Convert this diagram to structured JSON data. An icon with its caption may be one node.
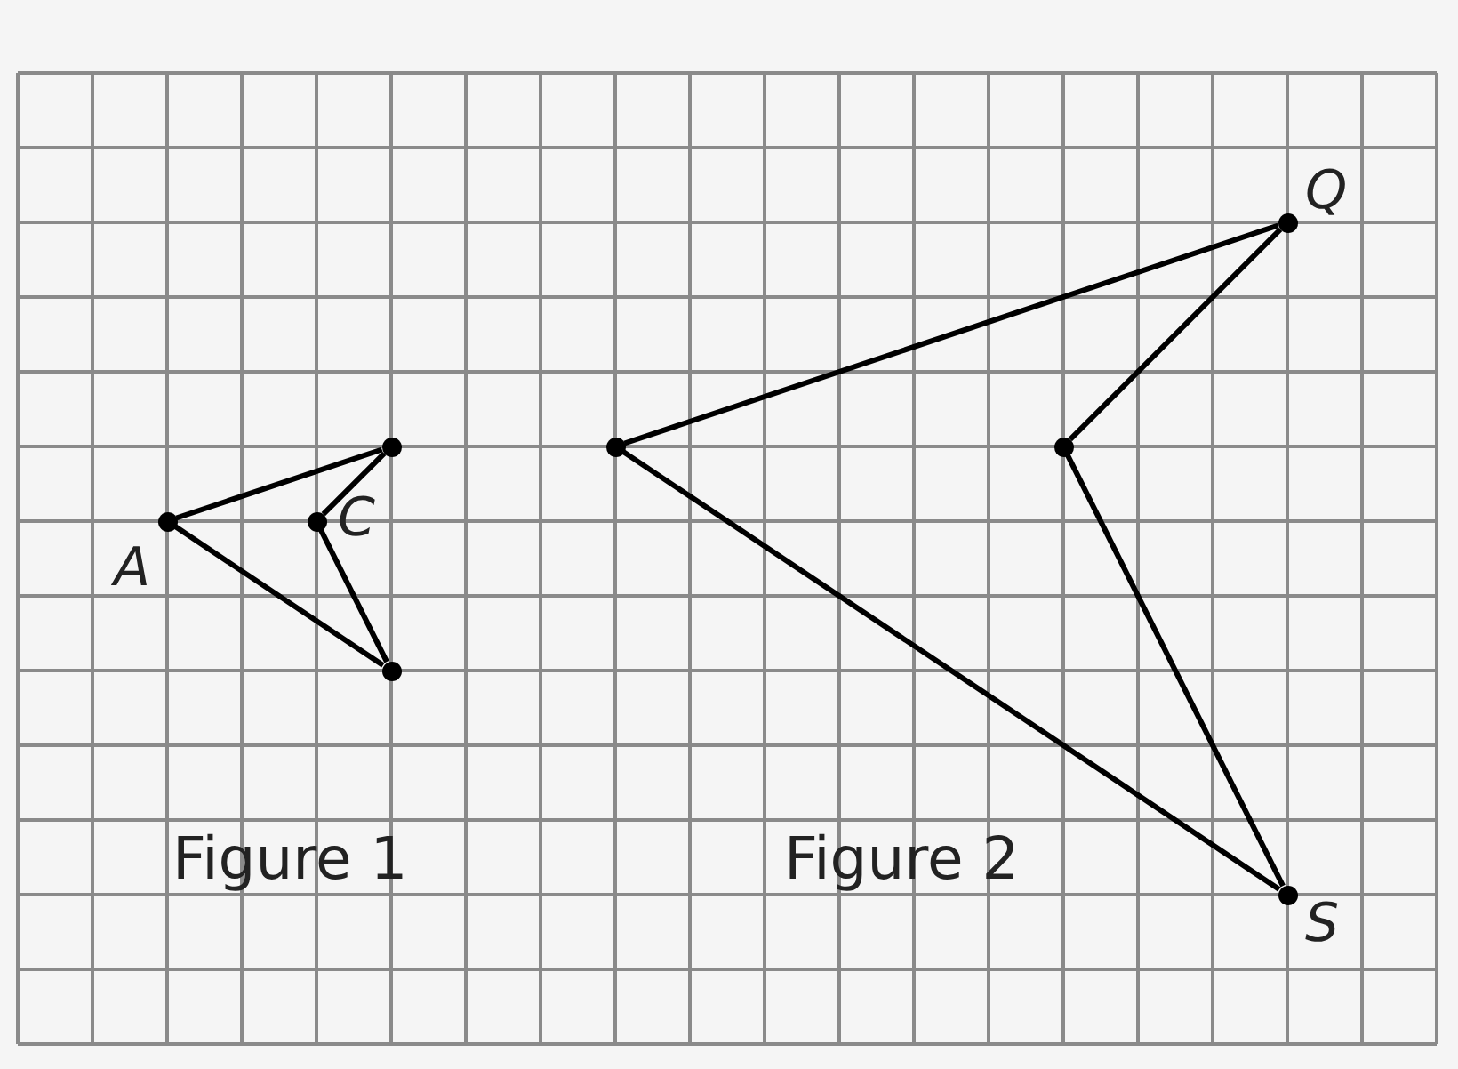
{
  "diagram": {
    "nodes": [
      {
        "text": [],
        "shape": "circle",
        "beside": [
          "A"
        ]
      },
      {
        "text": [],
        "shape": "circle"
      },
      {
        "text": [],
        "shape": "circle",
        "beside": [
          "C"
        ]
      },
      {
        "text": [],
        "shape": "circle"
      },
      {
        "text": [],
        "shape": "circle"
      },
      {
        "text": [],
        "shape": "circle",
        "beside": [
          "Q"
        ]
      },
      {
        "text": [],
        "shape": "circle"
      },
      {
        "text": [],
        "shape": "circle",
        "beside": [
          "S"
        ]
      }
    ],
    "edges": [
      {
        "from": 0,
        "to": 1,
        "arrow": "none"
      },
      {
        "from": 1,
        "to": 2,
        "arrow": "none"
      },
      {
        "from": 2,
        "to": 3,
        "arrow": "none"
      },
      {
        "from": 3,
        "to": 0,
        "arrow": "none"
      },
      {
        "from": 4,
        "to": 5,
        "arrow": "none"
      },
      {
        "from": 5,
        "to": 6,
        "arrow": "none"
      },
      {
        "from": 6,
        "to": 7,
        "arrow": "none"
      },
      {
        "from": 7,
        "to": 4,
        "arrow": "none"
      }
    ],
    "labels": [
      "Figure 1",
      "Figure 2"
    ]
  }
}
